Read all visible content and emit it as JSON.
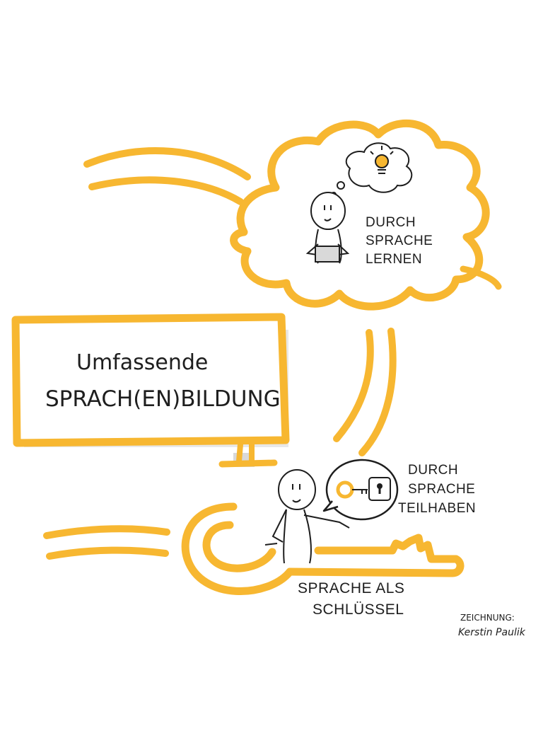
{
  "title": {
    "line1": "Umfassende",
    "line2": "SPRACH(EN)BILDUNG"
  },
  "cloud_label": {
    "line1": "DURCH",
    "line2": "SPRACHE",
    "line3": "LERNEN"
  },
  "bubble_label": {
    "line1": "DURCH",
    "line2": "SPRACHE",
    "line3": "TEILHABEN"
  },
  "key_label": {
    "line1": "SPRACHE ALS",
    "line2": "SCHLÜSSEL"
  },
  "credit": {
    "line1": "ZEICHNUNG:",
    "line2": "Kerstin Paulik"
  },
  "colors": {
    "accent": "#F7B731",
    "ink": "#1e1e1e",
    "shadow": "#d9d9d9",
    "cloud_fill": "#ffffff"
  }
}
